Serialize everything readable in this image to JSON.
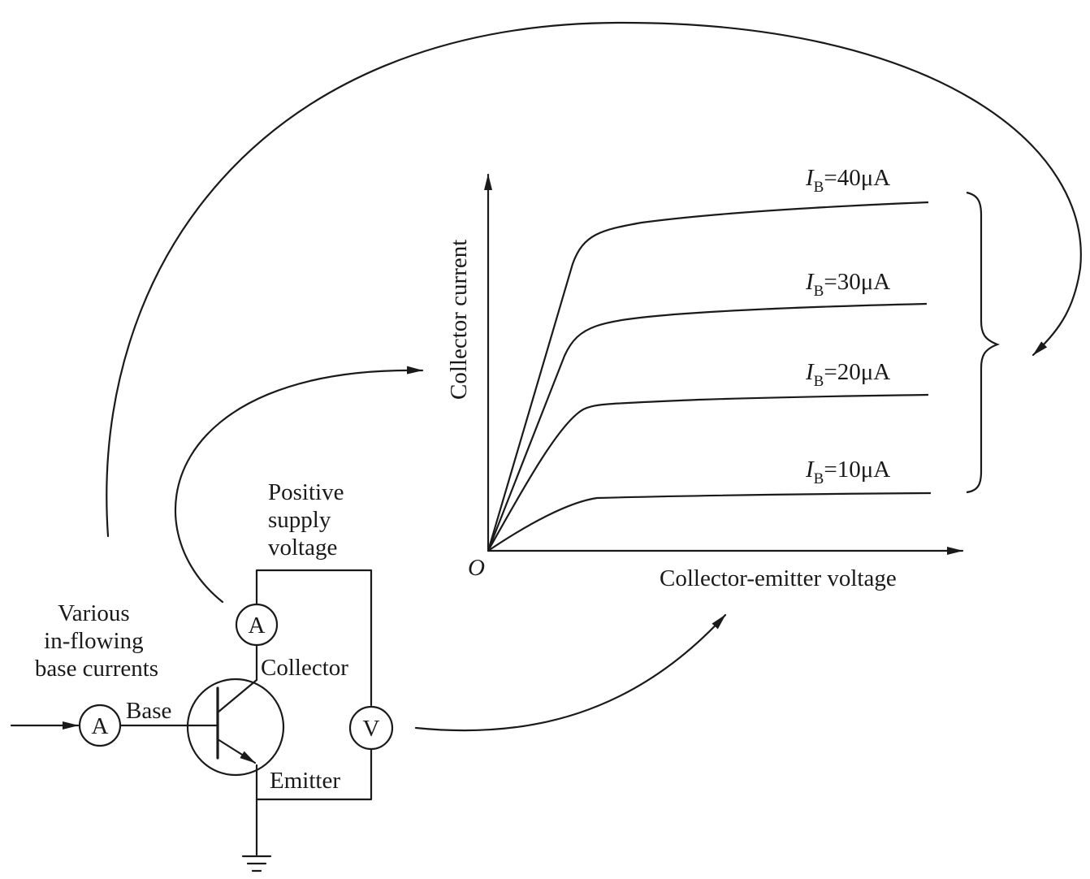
{
  "chart": {
    "y_axis_label": "Collector current",
    "x_axis_label": "Collector-emitter voltage",
    "origin_label": "O",
    "curves": [
      {
        "symbol": "I",
        "subscript": "B",
        "value": "=40μA"
      },
      {
        "symbol": "I",
        "subscript": "B",
        "value": "=30μA"
      },
      {
        "symbol": "I",
        "subscript": "B",
        "value": "=20μA"
      },
      {
        "symbol": "I",
        "subscript": "B",
        "value": "=10μA"
      }
    ]
  },
  "circuit": {
    "input_label_lines": [
      "Various",
      "in-flowing",
      "base currents"
    ],
    "supply_label_lines": [
      "Positive",
      "supply",
      "voltage"
    ],
    "base_label": "Base",
    "collector_label": "Collector",
    "emitter_label": "Emitter",
    "base_ammeter": "A",
    "collector_ammeter": "A",
    "voltmeter": "V"
  }
}
